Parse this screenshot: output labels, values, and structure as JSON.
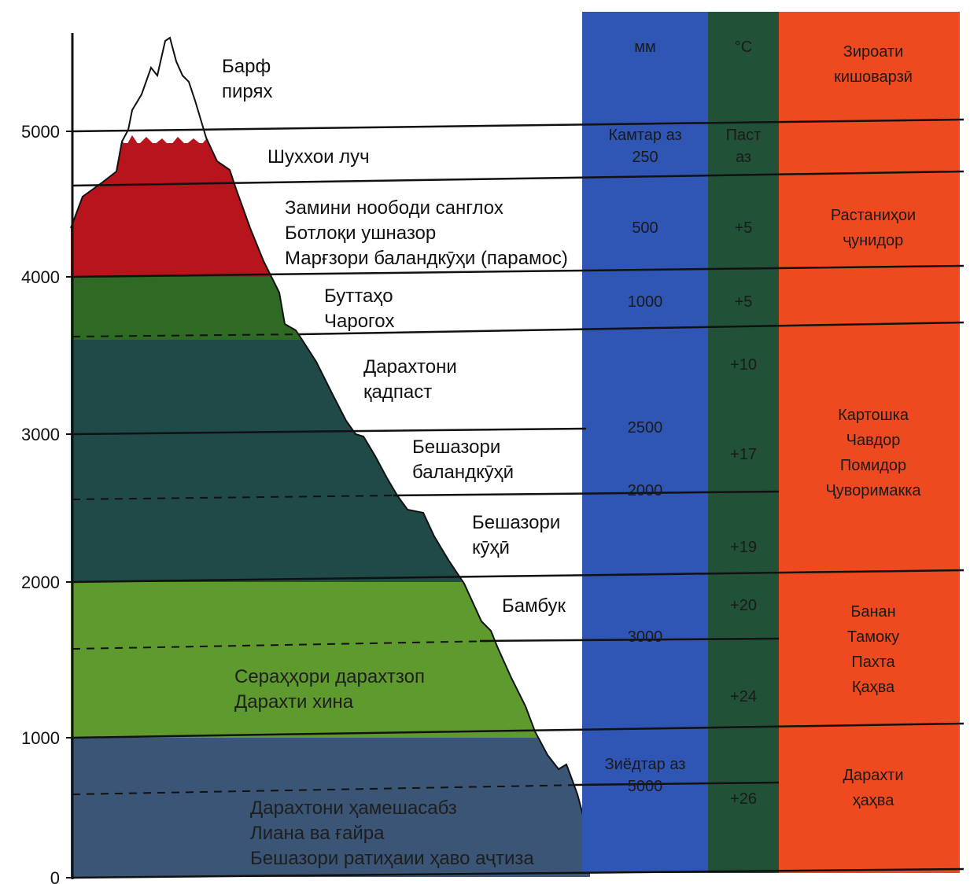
{
  "colors": {
    "snow": "#ffffff",
    "alpine_red": "#b8141b",
    "shrub_green": "#2f6a24",
    "conifer_teal": "#1f4a47",
    "tropical_green": "#5f9a2e",
    "base_slate": "#3a5575",
    "col_blue": "#2f55b5",
    "col_green": "#215238",
    "col_orange": "#ef4a1f",
    "lines": "#111111"
  },
  "axis": {
    "ticks": [
      "0",
      "1000",
      "2000",
      "3000",
      "4000",
      "5000"
    ]
  },
  "zones": [
    {
      "lines": [
        "Барф",
        "пирях"
      ]
    },
    {
      "lines": [
        "Шуххои луч"
      ]
    },
    {
      "lines": [
        "Замини ноободи санглох",
        "Ботлоқи ушназор",
        "Марғзори баландкӯҳи (парамос)"
      ]
    },
    {
      "lines": [
        "Буттаҳо",
        "Чарогох"
      ]
    },
    {
      "lines": [
        "Дарахтони",
        "қадпаст"
      ]
    },
    {
      "lines": [
        "Бешазори",
        "баландкӯҳӣ"
      ]
    },
    {
      "lines": [
        "Бешазори",
        "кӯҳӣ"
      ]
    },
    {
      "lines": [
        "Бамбук"
      ]
    },
    {
      "lines": [
        "Сераҳҳори дарахтзоп",
        "Дарахти хина"
      ]
    },
    {
      "lines": [
        "Дарахтони ҳамешасабз",
        "Лиана ва ғайра",
        "Бешазори ратиҳаии ҳаво аҷтиза"
      ]
    }
  ],
  "column_blue": {
    "header": "мм",
    "cells": [
      {
        "lines": [
          "Камтар аз",
          "250"
        ]
      },
      {
        "lines": [
          "500"
        ]
      },
      {
        "lines": [
          "1000"
        ]
      },
      {
        "lines": [
          "2500"
        ]
      },
      {
        "lines": [
          "2000"
        ]
      },
      {
        "lines": [
          "3000"
        ]
      },
      {
        "lines": [
          "Зиёдтар аз",
          "5000"
        ]
      }
    ]
  },
  "column_green": {
    "header": "°С",
    "cells": [
      {
        "lines": [
          "Паст",
          "аз"
        ]
      },
      {
        "lines": [
          "+5"
        ]
      },
      {
        "lines": [
          "+5"
        ]
      },
      {
        "lines": [
          "+10"
        ]
      },
      {
        "lines": [
          "+17"
        ]
      },
      {
        "lines": [
          "+19"
        ]
      },
      {
        "lines": [
          "+20"
        ]
      },
      {
        "lines": [
          "+24"
        ]
      },
      {
        "lines": [
          "+26"
        ]
      }
    ]
  },
  "column_orange": {
    "cells": [
      {
        "lines": [
          "Зироати",
          "кишоварзӣ"
        ]
      },
      {
        "lines": [
          "Растаниҳои",
          "ҷунидор"
        ]
      },
      {
        "lines": [
          "Картошка",
          "Чавдор",
          "Помидор",
          "Ҷуворимакка"
        ]
      },
      {
        "lines": [
          "Банан",
          "Тамоку",
          "Пахта",
          "Қаҳва"
        ]
      },
      {
        "lines": [
          "Дарахти",
          "ҳаҳва"
        ]
      }
    ]
  }
}
